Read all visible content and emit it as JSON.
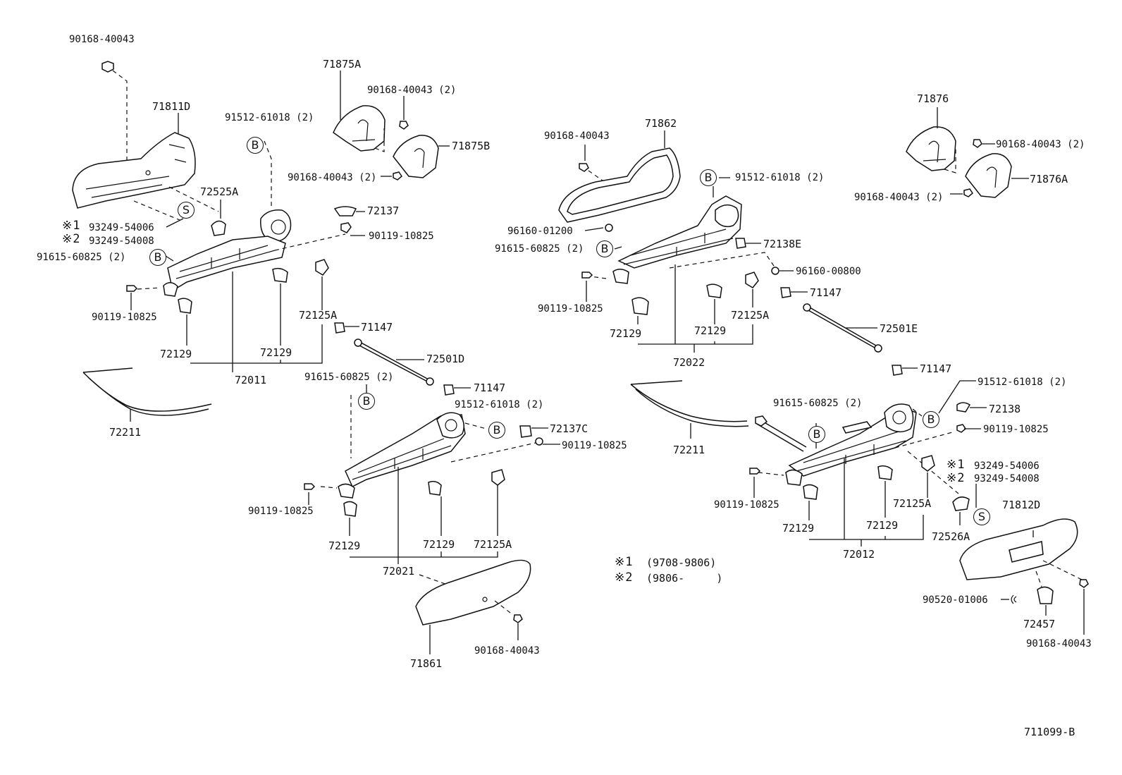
{
  "diagram": {
    "drawing_code": "711099-B",
    "legend": [
      {
        "symbol": "※1",
        "range": "(9708-9806)"
      },
      {
        "symbol": "※2",
        "range": "(9806-     )"
      }
    ],
    "markers": {
      "B": "B",
      "S": "S"
    },
    "labels": {
      "p90168_40043_a": "90168-40043",
      "p71811D": "71811D",
      "p91512_61018_a": "91512-61018 (2)",
      "p71875A": "71875A",
      "p90168_40043_2a": "90168-40043 (2)",
      "p71875B": "71875B",
      "p90168_40043_2b": "90168-40043 (2)",
      "p72525A": "72525A",
      "n1_a": "※1",
      "p93249_54006_a": "93249-54006",
      "n2_a": "※2",
      "p93249_54008_a": "93249-54008",
      "p91615_60825_2a": "91615-60825 (2)",
      "p72137": "72137",
      "p90119_10825_a": "90119-10825",
      "p90119_10825_b": "90119-10825",
      "p72125A_a": "72125A",
      "p71147_a": "71147",
      "p72129_a": "72129",
      "p72129_b": "72129",
      "p72011": "72011",
      "p72501D": "72501D",
      "p91615_60825_2b": "91615-60825 (2)",
      "p72211_a": "72211",
      "p71147_b": "71147",
      "p91512_61018_b": "91512-61018 (2)",
      "p72137C": "72137C",
      "p90119_10825_c": "90119-10825",
      "p90119_10825_d": "90119-10825",
      "p72129_c": "72129",
      "p72129_d": "72129",
      "p72125A_b": "72125A",
      "p72021": "72021",
      "p71861": "71861",
      "p90168_40043_b": "90168-40043",
      "p90168_40043_c": "90168-40043",
      "p71862": "71862",
      "p91512_61018_c": "91512-61018 (2)",
      "p96160_01200": "96160-01200",
      "p91615_60825_2c": "91615-60825 (2)",
      "p72138E": "72138E",
      "p96160_00800": "96160-00800",
      "p71147_c": "71147",
      "p90119_10825_e": "90119-10825",
      "p72129_e": "72129",
      "p72129_f": "72129",
      "p72125A_c": "72125A",
      "p72022": "72022",
      "p72501E": "72501E",
      "p71876": "71876",
      "p90168_40043_2c": "90168-40043 (2)",
      "p71876A": "71876A",
      "p90168_40043_2d": "90168-40043 (2)",
      "p71147_d": "71147",
      "p91512_61018_d": "91512-61018 (2)",
      "p91615_60825_2d": "91615-60825 (2)",
      "p72138": "72138",
      "p90119_10825_f": "90119-10825",
      "p72211_b": "72211",
      "n1_b": "※1",
      "p93249_54006_b": "93249-54006",
      "n2_b": "※2",
      "p93249_54008_b": "93249-54008",
      "p90119_10825_g": "90119-10825",
      "p72125A_d": "72125A",
      "p71812D": "71812D",
      "p72129_g": "72129",
      "p72129_h": "72129",
      "p72526A": "72526A",
      "p72012": "72012",
      "p90520_01006": "90520-01006",
      "p72457": "72457",
      "p90168_40043_d": "90168-40043"
    }
  }
}
